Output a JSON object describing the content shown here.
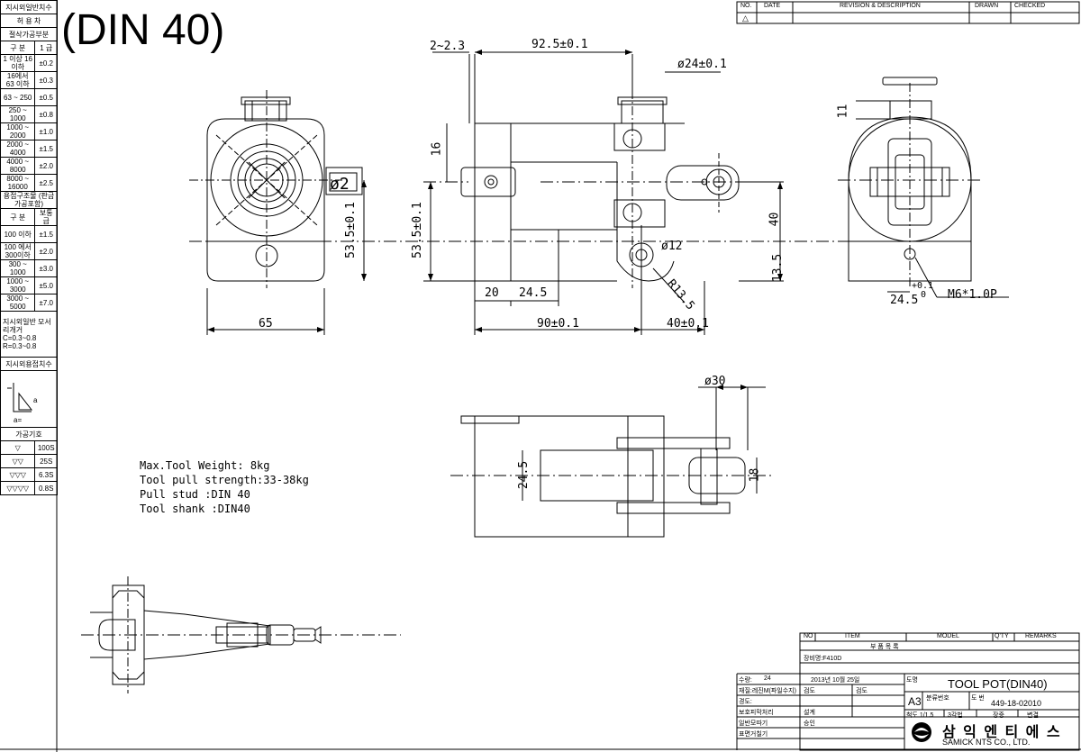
{
  "sheet_title": "(DIN 40)",
  "revision_header": [
    "NO.",
    "DATE",
    "REVISION & DESCRIPTION",
    "DRAWN",
    "CHECKED"
  ],
  "revision_rows": [
    [
      "△",
      "",
      "",
      "",
      ""
    ]
  ],
  "tolerance_table": {
    "title1": "지시외일반치수",
    "title2": "허 용 차",
    "sub1": "절삭가공부분",
    "head": [
      "구 분",
      "1 급"
    ],
    "rows": [
      [
        "1 이상 16 이하",
        "±0.2"
      ],
      [
        "16에서 63 이하",
        "±0.3"
      ],
      [
        "63 ~ 250",
        "±0.5"
      ],
      [
        "250 ~ 1000",
        "±0.8"
      ],
      [
        "1000 ~ 2000",
        "±1.0"
      ],
      [
        "2000 ~ 4000",
        "±1.5"
      ],
      [
        "4000 ~ 8000",
        "±2.0"
      ],
      [
        "8000 ~ 16000",
        "±2.5"
      ]
    ],
    "sub2": "용접구조물 (판금가공포함)",
    "head2": [
      "구 분",
      "보통급"
    ],
    "rows2": [
      [
        "100 이하",
        "±1.5"
      ],
      [
        "100 에서 300이하",
        "±2.0"
      ],
      [
        "300 ~ 1000",
        "±3.0"
      ],
      [
        "1000 ~ 3000",
        "±5.0"
      ],
      [
        "3000 ~ 5000",
        "±7.0"
      ]
    ],
    "chamfer_title": "지시외일반 모서리개거",
    "chamfer_c": "C=0.3~0.8",
    "chamfer_r": "R=0.3~0.8",
    "weld_title": "지시외용접치수",
    "weld_a": "a",
    "weld_a2": "a=",
    "symbol_title": "가공기호",
    "symbols": [
      [
        "▽",
        "100S"
      ],
      [
        "▽▽",
        "25S"
      ],
      [
        "▽▽▽",
        "6.3S"
      ],
      [
        "▽▽▽▽",
        "0.8S"
      ]
    ]
  },
  "dimensions": {
    "d_2_2_3": "2~2.3",
    "d_92_5": "92.5±0.1",
    "d_phi24": "ø24±0.1",
    "d_16": "16",
    "d_53_5a": "53.5±0.1",
    "d_53_5b": "53.5±0.1",
    "d_65": "65",
    "d_20": "20",
    "d_24_5": "24.5",
    "d_90": "90±0.1",
    "d_40b": "40±0.1",
    "d_40": "40",
    "d_13_5": "13.5",
    "d_phi12": "ø12",
    "d_r13_5": "R13.5",
    "d_11": "11",
    "d_24_5r": "24.5",
    "d_tol_plus": "+0.1",
    "d_tol_zero": "0",
    "d_m6": "M6*1.0P",
    "d_phi30": "ø30",
    "d_24_5v": "24.5",
    "d_18": "18",
    "d_phi2": "ø2"
  },
  "notes": [
    "Max.Tool Weight: 8kg",
    "Tool pull strength:33-38kg",
    "Pull stud :DIN 40",
    "Tool shank :DIN40"
  ],
  "parts_list": {
    "head": [
      "NO",
      "ITEM",
      "MODEL",
      "Q'TY",
      "REMARKS"
    ],
    "section": "부 품 목 록",
    "machine": "장비명:F410D"
  },
  "title_block": {
    "qty_label": "수량:",
    "qty": "24",
    "date": "2013년 10월 25일",
    "material": "재질:레진M(파일수지)",
    "hardness": "경도:",
    "surface": "보호피막처리",
    "general": "일반모따기",
    "finish": "표면거칠기",
    "draw": "검도",
    "check": "검도",
    "design": "설계",
    "approve": "승인",
    "drawing_name_label": "도명",
    "drawing_name": "TOOL POT(DIN40)",
    "size": "A3",
    "class_label": "분류번호",
    "drawing_no_label": "도 번",
    "drawing_no": "449-18-02010",
    "scale": "척도 1/1.5",
    "angle": "3각법",
    "tag": "장증",
    "rev": "변결",
    "company_kr": "삼 익 엔 티 에 스",
    "company_en": "SAMICK  NTS  CO., LTD."
  },
  "colors": {
    "line": "#000000",
    "paper": "#ffffff"
  }
}
